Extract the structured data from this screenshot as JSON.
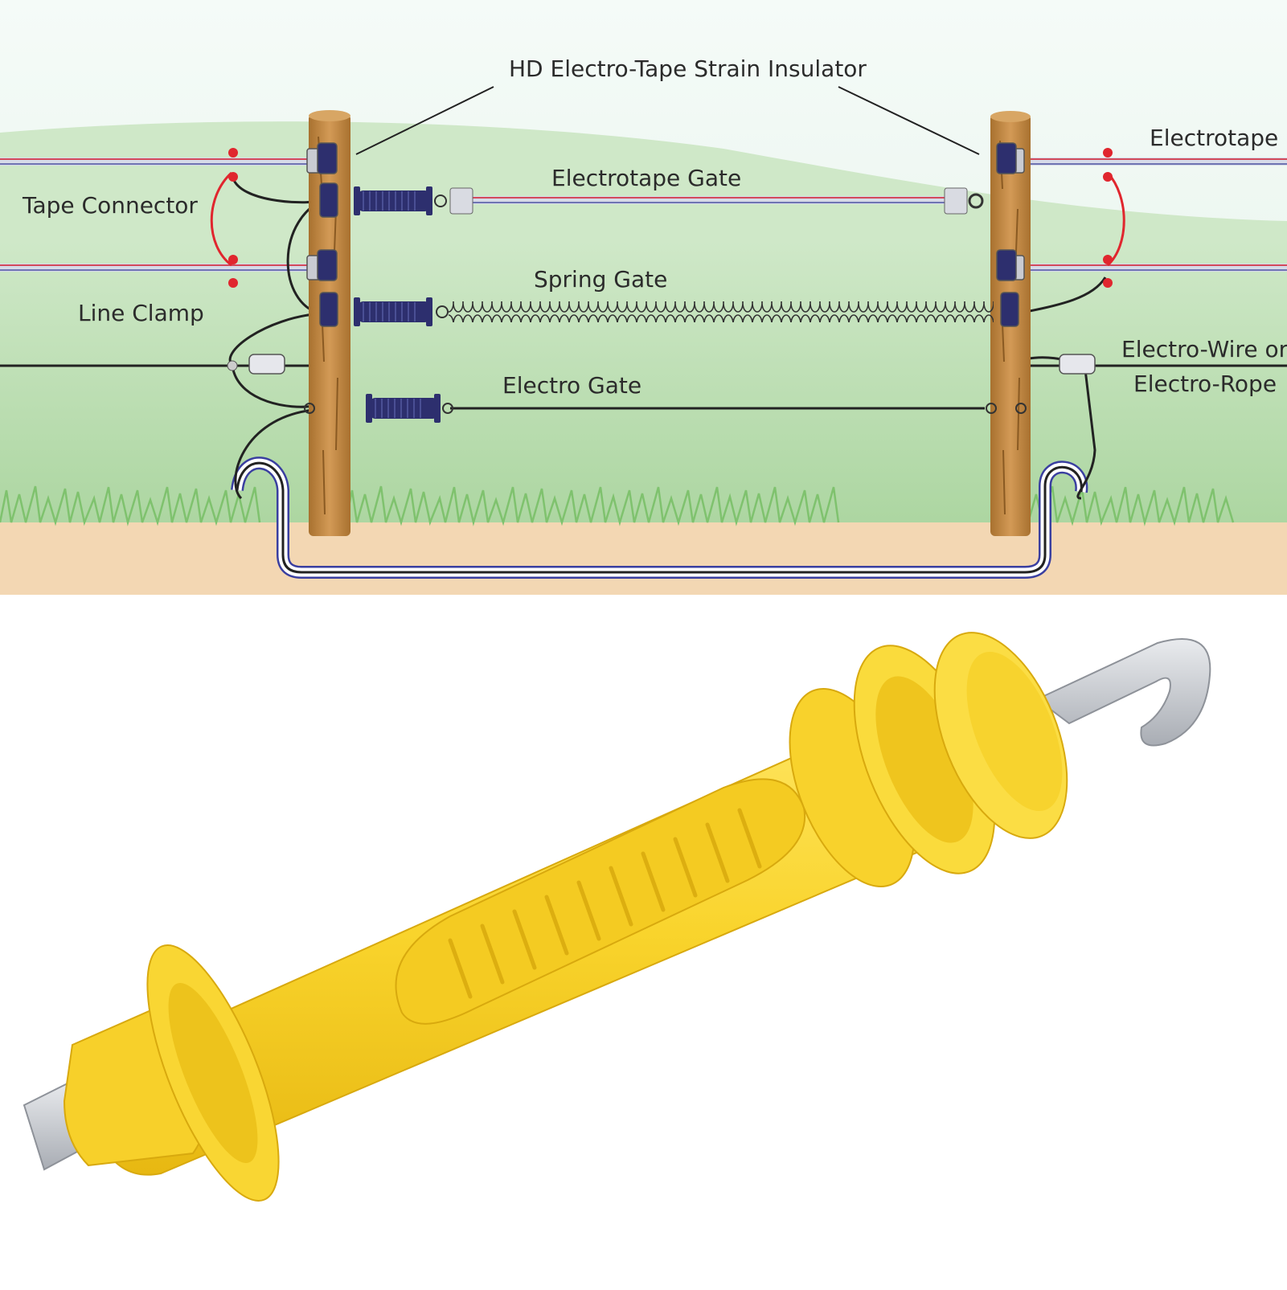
{
  "diagram": {
    "labels": {
      "strain_insulator": "HD Electro-Tape Strain Insulator",
      "electrotape": "Electrotape",
      "tape_connector": "Tape Connector",
      "electrotape_gate": "Electrotape Gate",
      "spring_gate": "Spring Gate",
      "line_clamp": "Line Clamp",
      "electro_wire_line1": "Electro-Wire or",
      "electro_wire_line2": "Electro-Rope",
      "electro_gate": "Electro Gate"
    },
    "colors": {
      "sky_top": "#f4fbf7",
      "hill": "#c6e3bf",
      "field": "#a9d49c",
      "soil": "#f3d7b3",
      "post": "#c28a4a",
      "tape_red": "#d34a5a",
      "tape_blue": "#6f74b3",
      "handle": "#2d2f6e",
      "connector_red": "#e0262e"
    }
  },
  "product": {
    "name_icon": "gate-handle-photo",
    "colors": {
      "body": "#f9d633",
      "body_shadow": "#e6ba14",
      "metal": "#c9ccd1"
    }
  }
}
